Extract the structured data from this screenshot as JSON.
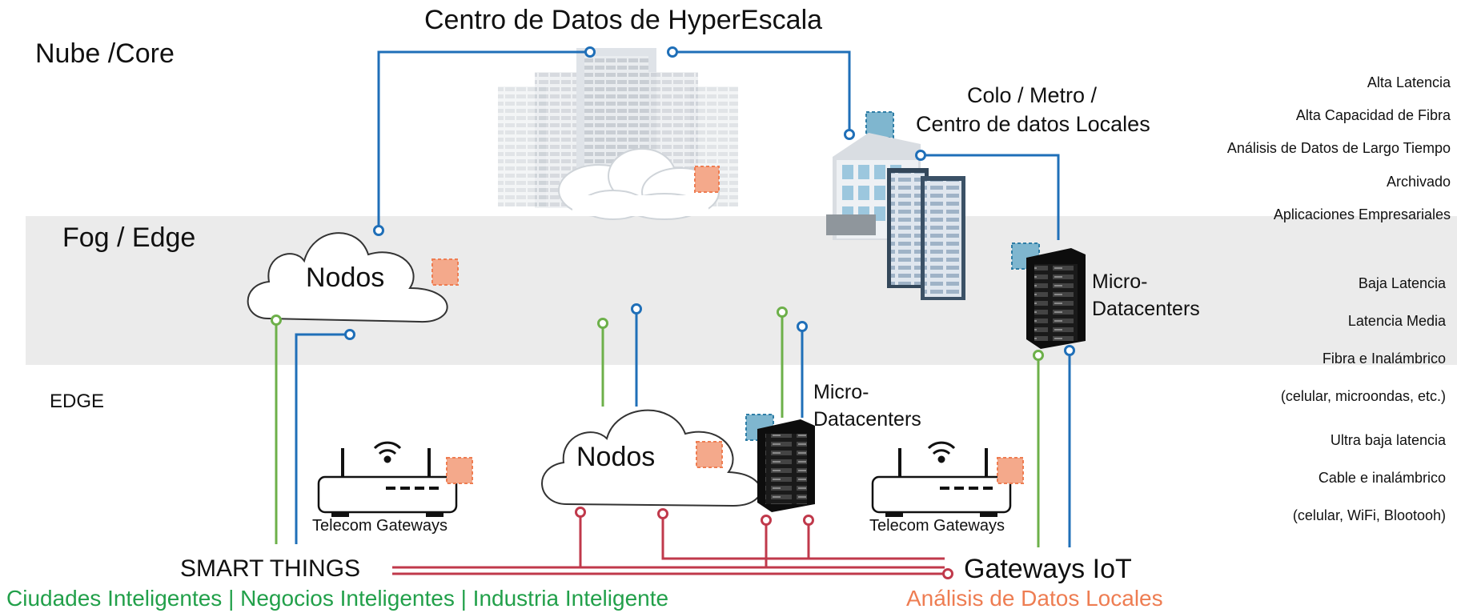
{
  "layers": {
    "cloud": "Nube /Core",
    "fog": "Fog / Edge",
    "edge": "EDGE"
  },
  "titles": {
    "hyperscale": "Centro de Datos de HyperEscala",
    "colo_line1": "Colo / Metro /",
    "colo_line2": "Centro de datos Locales"
  },
  "nodes": {
    "fog_cloud": "Nodos",
    "edge_cloud": "Nodos",
    "micro_fog_line1": "Micro-",
    "micro_fog_line2": "Datacenters",
    "micro_edge_line1": "Micro-",
    "micro_edge_line2": "Datacenters",
    "telecom_left": "Telecom Gateways",
    "telecom_right": "Telecom Gateways"
  },
  "bottom": {
    "smart_things": "SMART THINGS",
    "gateways_iot": "Gateways IoT",
    "smart_sub": "Ciudades Inteligentes | Negocios Inteligentes | Industria Inteligente",
    "local_analysis": "Análisis de Datos Locales"
  },
  "side_notes": {
    "cloud": [
      "Alta Latencia",
      "Alta Capacidad de Fibra",
      "Análisis de Datos de Largo Tiempo",
      "Archivado",
      "Aplicaciones Empresariales"
    ],
    "fog": [
      "Baja Latencia",
      "Latencia Media",
      "Fibra e Inalámbrico",
      "(celular, microondas, etc.)"
    ],
    "edge": [
      "Ultra baja latencia",
      "Cable e inalámbrico",
      "(celular, WiFi, Blootooh)"
    ]
  },
  "colors": {
    "blue_line": "#1f6fb8",
    "green_line": "#6db04a",
    "red_line": "#c0394b",
    "green_text": "#22a04a",
    "orange_text": "#ee7d52",
    "orange_box": "#f4a98b",
    "teal_box": "#7fb6cf",
    "band": "#ebebeb"
  },
  "icons": [
    "server-rack-icon",
    "cloud-icon",
    "office-building-icon",
    "router-icon",
    "wifi-icon"
  ]
}
